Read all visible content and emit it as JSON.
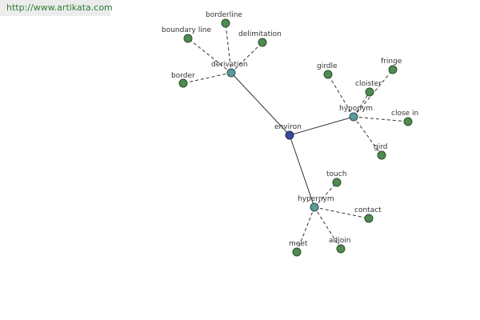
{
  "header": {
    "url": "http://www.artikata.com"
  },
  "graph": {
    "root": "environ",
    "nodes": [
      {
        "id": "environ",
        "label": "environ",
        "kind": "root"
      },
      {
        "id": "derivation",
        "label": "derivation",
        "kind": "hub"
      },
      {
        "id": "hyponym",
        "label": "hyponym",
        "kind": "hub"
      },
      {
        "id": "hypernym",
        "label": "hypernym",
        "kind": "hub"
      },
      {
        "id": "borderline",
        "label": "borderline",
        "kind": "leaf"
      },
      {
        "id": "boundary-line",
        "label": "boundary line",
        "kind": "leaf"
      },
      {
        "id": "delimitation",
        "label": "delimitation",
        "kind": "leaf"
      },
      {
        "id": "border",
        "label": "border",
        "kind": "leaf"
      },
      {
        "id": "girdle",
        "label": "girdle",
        "kind": "leaf"
      },
      {
        "id": "fringe",
        "label": "fringe",
        "kind": "leaf"
      },
      {
        "id": "cloister",
        "label": "cloister",
        "kind": "leaf"
      },
      {
        "id": "close-in",
        "label": "close in",
        "kind": "leaf"
      },
      {
        "id": "gird",
        "label": "gird",
        "kind": "leaf"
      },
      {
        "id": "touch",
        "label": "touch",
        "kind": "leaf"
      },
      {
        "id": "contact",
        "label": "contact",
        "kind": "leaf"
      },
      {
        "id": "meet",
        "label": "meet",
        "kind": "leaf"
      },
      {
        "id": "adjoin",
        "label": "adjoin",
        "kind": "leaf"
      }
    ],
    "edges": [
      {
        "from": "environ",
        "to": "derivation",
        "style": "solid"
      },
      {
        "from": "environ",
        "to": "hyponym",
        "style": "solid"
      },
      {
        "from": "environ",
        "to": "hypernym",
        "style": "solid"
      },
      {
        "from": "derivation",
        "to": "borderline",
        "style": "dashed"
      },
      {
        "from": "derivation",
        "to": "boundary-line",
        "style": "dashed"
      },
      {
        "from": "derivation",
        "to": "delimitation",
        "style": "dashed"
      },
      {
        "from": "derivation",
        "to": "border",
        "style": "dashed"
      },
      {
        "from": "hyponym",
        "to": "girdle",
        "style": "dashed"
      },
      {
        "from": "hyponym",
        "to": "fringe",
        "style": "dashed"
      },
      {
        "from": "hyponym",
        "to": "cloister",
        "style": "dashed"
      },
      {
        "from": "hyponym",
        "to": "close-in",
        "style": "dashed"
      },
      {
        "from": "hyponym",
        "to": "gird",
        "style": "dashed"
      },
      {
        "from": "hypernym",
        "to": "touch",
        "style": "dashed"
      },
      {
        "from": "hypernym",
        "to": "contact",
        "style": "dashed"
      },
      {
        "from": "hypernym",
        "to": "meet",
        "style": "dashed"
      },
      {
        "from": "hypernym",
        "to": "adjoin",
        "style": "dashed"
      }
    ],
    "colors": {
      "leaf": "#4f8a4f",
      "hub": "#5c9a9a",
      "root": "#3a4a9a",
      "edge": "#333333"
    }
  }
}
